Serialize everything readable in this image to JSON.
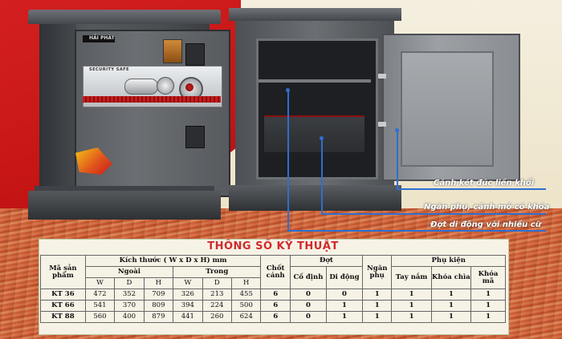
{
  "callouts": [
    {
      "text": "Cánh két đúc liền khối"
    },
    {
      "text": "Ngăn phụ, cánh mở có khóa"
    },
    {
      "text": "Đợt di động với nhiều cữ"
    }
  ],
  "safe_labels": {
    "logo": "HẢI PHÁT",
    "panel": "SECURITY SAFE"
  },
  "table": {
    "title": "THÔNG SỐ KỸ THUẬT",
    "headers": {
      "model": "Mã sản phẩm",
      "dimensions": "Kích thước ( W x D x H) mm",
      "outer": "Ngoài",
      "inner": "Trong",
      "W": "W",
      "D": "D",
      "H": "H",
      "bolts": "Chốt cánh",
      "shelf": "Đợt",
      "shelf_fixed": "Cố định",
      "shelf_movable": "Di động",
      "compartment": "Ngăn phụ",
      "accessories": "Phụ kiện",
      "acc_handle": "Tay nắm",
      "acc_key": "Khóa chìa",
      "acc_code": "Khóa mã"
    },
    "rows": [
      {
        "model": "KT 36",
        "oW": "472",
        "oD": "352",
        "oH": "709",
        "iW": "326",
        "iD": "213",
        "iH": "455",
        "bolts": "6",
        "fixed": "0",
        "movable": "0",
        "comp": "1",
        "handle": "1",
        "key": "1",
        "code": "1"
      },
      {
        "model": "KT 66",
        "oW": "541",
        "oD": "370",
        "oH": "809",
        "iW": "394",
        "iD": "224",
        "iH": "500",
        "bolts": "6",
        "fixed": "0",
        "movable": "1",
        "comp": "1",
        "handle": "1",
        "key": "1",
        "code": "1"
      },
      {
        "model": "KT 88",
        "oW": "560",
        "oD": "400",
        "oH": "879",
        "iW": "441",
        "iD": "260",
        "iH": "624",
        "bolts": "6",
        "fixed": "0",
        "movable": "1",
        "comp": "1",
        "handle": "1",
        "key": "1",
        "code": "1"
      }
    ]
  },
  "colors": {
    "accent_red": "#d12a2a",
    "callout_line": "#2d6fd1"
  }
}
